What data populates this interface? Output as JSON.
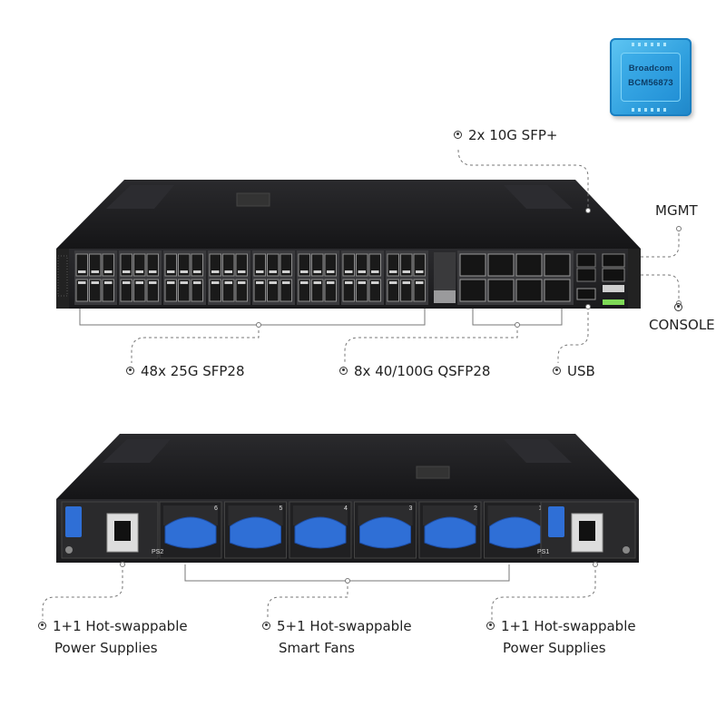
{
  "chip": {
    "line1": "Broadcom",
    "line2": "BCM56873"
  },
  "front_labels": {
    "sfp_plus": "2x 10G SFP+",
    "mgmt": "MGMT",
    "console": "CONSOLE",
    "sfp28": "48x 25G SFP28",
    "qsfp28": "8x 40/100G QSFP28",
    "usb": "USB"
  },
  "rear_labels": {
    "psu_left_line1": "1+1 Hot-swappable",
    "psu_left_line2": "Power Supplies",
    "fans_line1": "5+1 Hot-swappable",
    "fans_line2": "Smart Fans",
    "psu_right_line1": "1+1 Hot-swappable",
    "psu_right_line2": "Power Supplies"
  },
  "rear_markings": {
    "ps_left": "PS2",
    "ps_right": "PS1",
    "fan_numbers": [
      "6",
      "5",
      "4",
      "3",
      "2",
      "1"
    ]
  },
  "colors": {
    "chassis": "#1c1c1e",
    "fan_handle": "#2f6fd6",
    "chip": "#2f9fde",
    "accent_green": "#7ed957"
  }
}
